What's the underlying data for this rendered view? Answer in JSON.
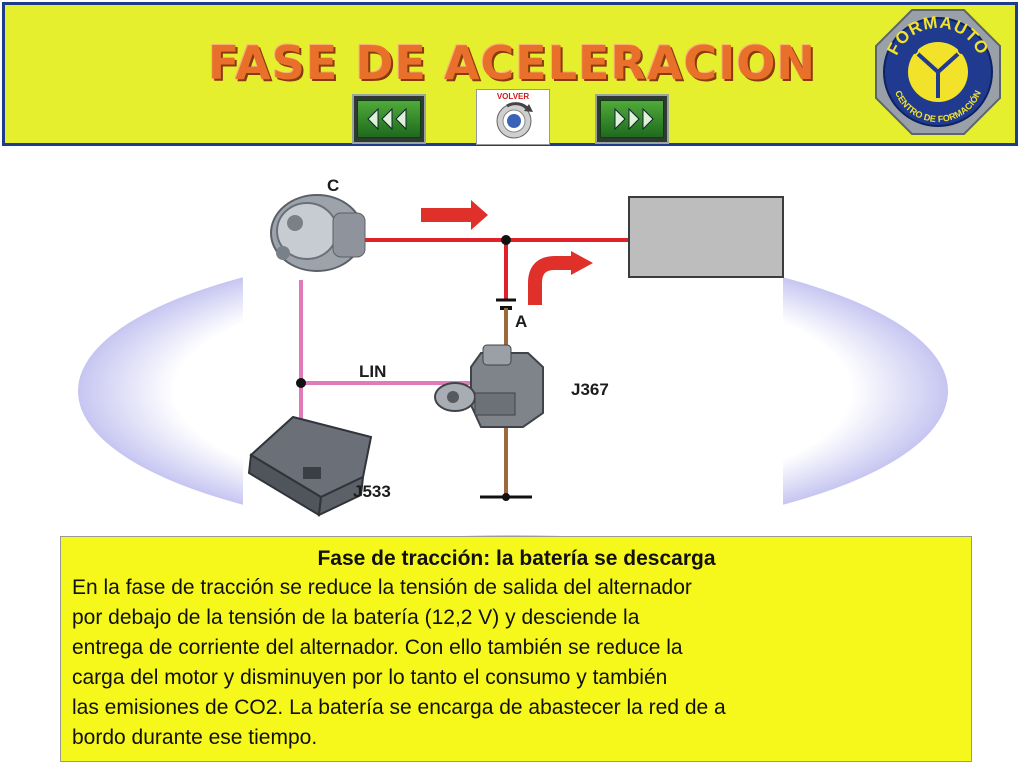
{
  "header": {
    "title": "FASE DE ACELERACION",
    "prev_icon": "triple-chevron-left-icon",
    "next_icon": "triple-chevron-right-icon",
    "volver_label": "VOLVER"
  },
  "logo": {
    "top_text": "FORMAUTO",
    "bottom_text": "CENTRO DE FORMACIÓN"
  },
  "diagram": {
    "labels": {
      "alternator": "C",
      "battery": "A",
      "lin": "LIN",
      "sensor": "J367",
      "ecu": "J533"
    },
    "wire_colors": {
      "power": "#e0202a",
      "lin": "#e07ab8",
      "ground": "#9a6a3c"
    }
  },
  "panel": {
    "heading": "Fase de tracción: la batería se descarga",
    "lines": [
      "En la fase de tracción se reduce la tensión de salida del alternador",
      "por debajo de la tensión de la batería (12,2 V) y desciende la",
      "entrega de corriente del alternador. Con ello también se reduce la",
      "carga del motor y disminuyen por lo tanto el consumo y también",
      "las emisiones de CO2. La batería se encarga de abastecer la red de a",
      "bordo durante ese tiempo."
    ]
  },
  "colors": {
    "banner": "#e5ef2e",
    "title": "#e8702a",
    "panel": "#f6f71a"
  }
}
